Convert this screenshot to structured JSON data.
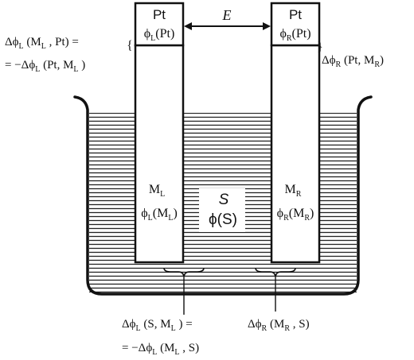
{
  "electrodes": {
    "left": {
      "metal_label": "Pt",
      "pt_potential": {
        "base": "ϕ",
        "sub": "L",
        "arg": "(Pt)"
      },
      "metal_phase": {
        "base": "M",
        "sub": "L"
      },
      "metal_potential": {
        "base": "ϕ",
        "sub": "L",
        "arg_open": "(M",
        "arg_sub": "L",
        "arg_close": ")"
      }
    },
    "right": {
      "metal_label": "Pt",
      "pt_potential": {
        "base": "ϕ",
        "sub": "R",
        "arg": "(Pt)"
      },
      "metal_phase": {
        "base": "M",
        "sub": "R"
      },
      "metal_potential": {
        "base": "ϕ",
        "sub": "R",
        "arg_open": "(M",
        "arg_sub": "R",
        "arg_close": ")"
      }
    }
  },
  "emf_label": "E",
  "solution": {
    "label": "S",
    "potential": "ϕ(S)"
  },
  "annotations": {
    "left_pt": {
      "line1": {
        "pre": "Δϕ",
        "sub1": "L",
        "mid": " (M",
        "sub2": "L",
        "post": " , Pt) ="
      },
      "line2": {
        "pre": "= −Δϕ",
        "sub1": "L",
        "mid": " (Pt, M",
        "sub2": "L",
        "post": " )"
      }
    },
    "right_pt": {
      "pre": "Δϕ",
      "sub1": "R",
      "mid": " (Pt, M",
      "sub2": "R",
      "post": ")"
    },
    "left_s": {
      "line1": {
        "pre": "Δϕ",
        "sub1": "L",
        "mid": " (S, M",
        "sub2": "L",
        "post": " ) ="
      },
      "line2": {
        "pre": "= −Δϕ",
        "sub1": "L",
        "mid": " (M",
        "sub2": "L",
        "post": " , S)"
      }
    },
    "right_s": {
      "pre": "Δϕ",
      "sub1": "R",
      "mid": " (M",
      "sub2": "R",
      "post": " , S)"
    }
  }
}
